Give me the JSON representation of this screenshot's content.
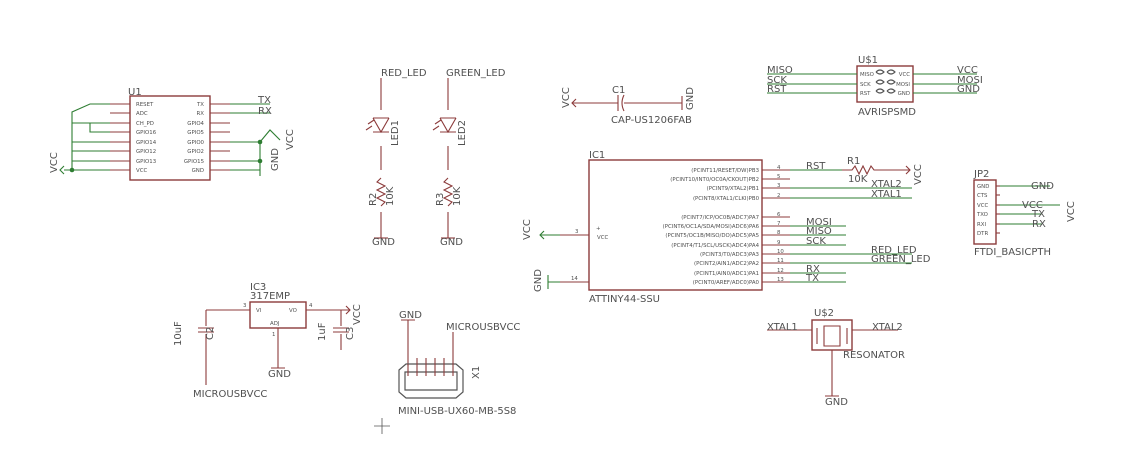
{
  "schematic": {
    "u1": {
      "ref": "U1",
      "left_pins": [
        "RESET",
        "ADC",
        "CH_PD",
        "GPIO16",
        "GPIO14",
        "GPIO12",
        "GPIO13",
        "VCC"
      ],
      "right_pins": [
        "TX",
        "RX",
        "GPIO4",
        "GPIO5",
        "GPIO0",
        "GPIO2",
        "GPIO15",
        "GND"
      ],
      "nets": {
        "tx": "TX",
        "rx": "RX",
        "vcc_right": "VCC",
        "gnd": "GND",
        "vcc_left": "VCC"
      }
    },
    "led1": {
      "net": "RED_LED",
      "ref": "LED1",
      "res_ref": "R2",
      "res_val": "10K",
      "gnd": "GND"
    },
    "led2": {
      "net": "GREEN_LED",
      "ref": "LED2",
      "res_ref": "R3",
      "res_val": "10K",
      "gnd": "GND"
    },
    "c1": {
      "ref": "C1",
      "value": "CAP-US1206FAB",
      "vcc": "VCC",
      "gnd": "GND"
    },
    "avr": {
      "ref": "U$1",
      "value": "AVRISPSMD",
      "left_pins": [
        "MISO",
        "SCK",
        "RST"
      ],
      "right_pins": [
        "VCC",
        "MOSI",
        "GND"
      ],
      "left_nets": [
        "MISO",
        "SCK",
        "RST"
      ],
      "right_nets": [
        "VCC",
        "MOSI",
        "GND"
      ]
    },
    "ic1": {
      "ref": "IC1",
      "value": "ATTINY44-SSU",
      "vcc_label": "VCC",
      "plus": "+",
      "vcc_pin": "3",
      "gnd_pin": "14",
      "vcc": "VCC",
      "gnd": "GND",
      "pins": [
        {
          "name": "(PCINT11/RESET/DW)PB3",
          "num": "4",
          "net": "RST"
        },
        {
          "name": "(PCINT10/INT0/OC0A/CKOUT)PB2",
          "num": "5",
          "net": ""
        },
        {
          "name": "(PCINT9/XTAL2)PB1",
          "num": "3",
          "net": "XTAL2"
        },
        {
          "name": "(PCINT8/XTAL1/CLKI)PB0",
          "num": "2",
          "net": "XTAL1"
        },
        {
          "name": "(PCINT7/ICP/OC0B/ADC7)PA7",
          "num": "6",
          "net": ""
        },
        {
          "name": "(PCINT6/OC1A/SDA/MOSI)ADC6)PA6",
          "num": "7",
          "net": "MOSI"
        },
        {
          "name": "(PCINT5/OC1B/MISO/DO)ADC5)PA5",
          "num": "8",
          "net": "MISO"
        },
        {
          "name": "(PCINT4/T1/SCL/USCK)ADC4)PA4",
          "num": "9",
          "net": "SCK"
        },
        {
          "name": "(PCINT3/T0/ADC3)PA3",
          "num": "10",
          "net": "RED_LED"
        },
        {
          "name": "(PCINT2/AIN1/ADC2)PA2",
          "num": "11",
          "net": "GREEN_LED"
        },
        {
          "name": "(PCINT1/AIN0/ADC1)PA1",
          "num": "12",
          "net": "RX"
        },
        {
          "name": "(PCINT0/AREF/ADC0)PA0",
          "num": "13",
          "net": "TX"
        }
      ]
    },
    "r1": {
      "ref": "R1",
      "value": "10K",
      "vcc": "VCC"
    },
    "jp2": {
      "ref": "JP2",
      "value": "FTDI_BASICPTH",
      "pins": [
        "GND",
        "CTS",
        "VCC",
        "TXO",
        "RXI",
        "DTR"
      ],
      "nets": [
        "GND",
        "VCC",
        "TX",
        "RX"
      ],
      "vcc_side": "VCC"
    },
    "ic3": {
      "ref": "IC3",
      "value": "317EMP",
      "vi": "VI",
      "vo": "VO",
      "adj": "ADJ",
      "pin_vi": "3",
      "pin_vo": "4",
      "pin_adj": "1",
      "vcc": "VCC",
      "gnd": "GND",
      "net_in": "MICROUSBVCC"
    },
    "c2": {
      "ref": "C2",
      "value": "10uF"
    },
    "c3": {
      "ref": "C3",
      "value": "1uF",
      "vcc": "VCC"
    },
    "x1": {
      "ref": "X1",
      "value": "MINI-USB-UX60-MB-5S8",
      "gnd": "GND",
      "vcc_net": "MICROUSBVCC"
    },
    "u2": {
      "ref": "U$2",
      "value": "RESONATOR",
      "xtal1": "XTAL1",
      "xtal2": "XTAL2",
      "gnd": "GND"
    }
  }
}
